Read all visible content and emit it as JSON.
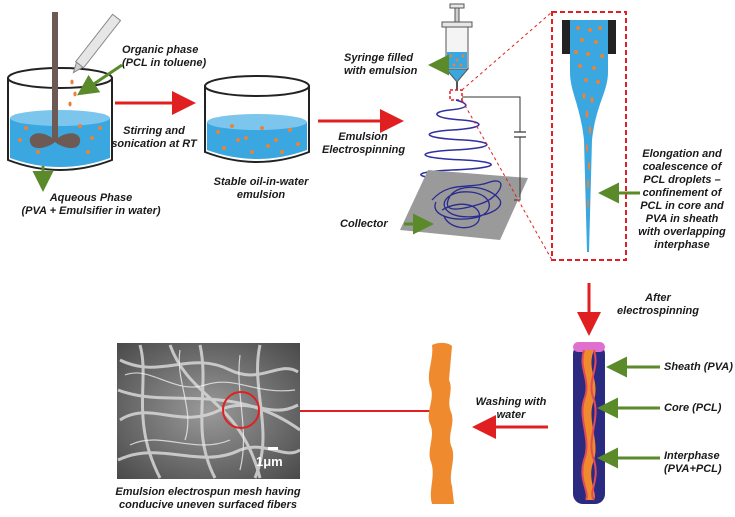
{
  "labels": {
    "organic_phase": "Organic phase\n(PCL in toluene)",
    "aqueous_phase": "Aqueous Phase\n(PVA + Emulsifier in water)",
    "stirring": "Stirring and\nsonication at RT",
    "stable_emulsion": "Stable oil-in-water\nemulsion",
    "syringe": "Syringe filled\nwith emulsion",
    "electrospinning": "Emulsion\nElectrospinning",
    "collector": "Collector",
    "elongation": "Elongation and\ncoalescence of\nPCL droplets –\nconfinement of\nPCL in core and\nPVA in sheath\nwith overlapping\ninterphase",
    "after": "After\nelectrospinning",
    "sheath": "Sheath (PVA)",
    "core": "Core (PCL)",
    "interphase": "Interphase\n(PVA+PCL)",
    "washing": "Washing with\nwater",
    "scale_bar": "1μm",
    "mesh_caption": "Emulsion electrospun mesh having\nconducive uneven surfaced fibers"
  },
  "colors": {
    "arrow_red": "#e02020",
    "arrow_green": "#5a8a2a",
    "liquid_blue": "#3ba7e0",
    "droplet_orange": "#e8833a",
    "fiber_orange": "#f08a2e",
    "fiber_navy": "#2a2a80",
    "core_red": "#e04a5a",
    "sheath_pink": "#e070d0",
    "collector_gray": "#9a9a9a",
    "fiber_blue": "#3030a0"
  }
}
